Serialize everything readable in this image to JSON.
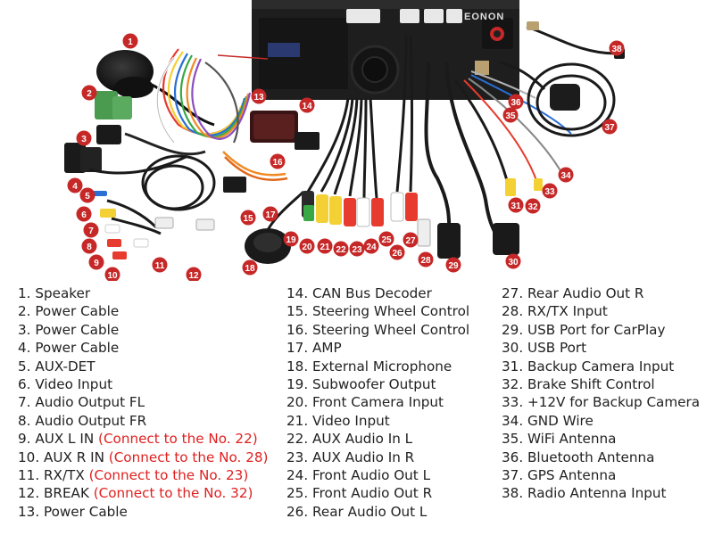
{
  "brand": {
    "name": "Eonon"
  },
  "colors": {
    "badge": "#c62828",
    "note": "#e02020",
    "text": "#222222"
  },
  "legend": {
    "columns": [
      [
        {
          "text": "1. Speaker",
          "note": ""
        },
        {
          "text": "2. Power Cable",
          "note": ""
        },
        {
          "text": "3. Power Cable",
          "note": ""
        },
        {
          "text": "4. Power Cable",
          "note": ""
        },
        {
          "text": "5. AUX-DET",
          "note": ""
        },
        {
          "text": "6. Video Input",
          "note": ""
        },
        {
          "text": "7. Audio Output FL",
          "note": ""
        },
        {
          "text": "8. Audio Output FR",
          "note": ""
        },
        {
          "text": "9. AUX L IN",
          "note": "(Connect to the No. 22)"
        },
        {
          "text": "10. AUX R IN",
          "note": "(Connect to the No. 28)"
        },
        {
          "text": "11. RX/TX",
          "note": "(Connect to the No. 23)"
        },
        {
          "text": "12. BREAK",
          "note": "(Connect to the No. 32)"
        },
        {
          "text": "13. Power Cable",
          "note": ""
        }
      ],
      [
        {
          "text": "14. CAN Bus Decoder",
          "note": ""
        },
        {
          "text": "15. Steering Wheel Control",
          "note": ""
        },
        {
          "text": "16. Steering Wheel Control",
          "note": ""
        },
        {
          "text": "17. AMP",
          "note": ""
        },
        {
          "text": "18. External Microphone",
          "note": ""
        },
        {
          "text": "19. Subwoofer Output",
          "note": ""
        },
        {
          "text": "20. Front Camera Input",
          "note": ""
        },
        {
          "text": "21. Video Input",
          "note": ""
        },
        {
          "text": "22. AUX Audio In L",
          "note": ""
        },
        {
          "text": "23. AUX Audio In R",
          "note": ""
        },
        {
          "text": "24. Front Audio Out L",
          "note": ""
        },
        {
          "text": "25. Front Audio Out R",
          "note": ""
        },
        {
          "text": "26. Rear Audio Out L",
          "note": ""
        }
      ],
      [
        {
          "text": "27. Rear Audio Out R",
          "note": ""
        },
        {
          "text": "28. RX/TX Input",
          "note": ""
        },
        {
          "text": "29. USB Port for CarPlay",
          "note": ""
        },
        {
          "text": "30. USB Port",
          "note": ""
        },
        {
          "text": "31. Backup Camera Input",
          "note": ""
        },
        {
          "text": "32. Brake Shift Control",
          "note": ""
        },
        {
          "text": "33. +12V for Backup Camera",
          "note": ""
        },
        {
          "text": "34. GND Wire",
          "note": ""
        },
        {
          "text": "35. WiFi Antenna",
          "note": ""
        },
        {
          "text": "36. Bluetooth Antenna",
          "note": ""
        },
        {
          "text": "37. GPS Antenna",
          "note": ""
        },
        {
          "text": "38. Radio Antenna Input",
          "note": ""
        }
      ]
    ]
  },
  "badges": [
    "1",
    "2",
    "3",
    "4",
    "5",
    "6",
    "7",
    "8",
    "9",
    "10",
    "11",
    "12",
    "13",
    "14",
    "15",
    "16",
    "17",
    "18",
    "19",
    "20",
    "21",
    "22",
    "23",
    "24",
    "25",
    "26",
    "27",
    "28",
    "29",
    "30",
    "31",
    "32",
    "33",
    "34",
    "35",
    "36",
    "37",
    "38"
  ]
}
